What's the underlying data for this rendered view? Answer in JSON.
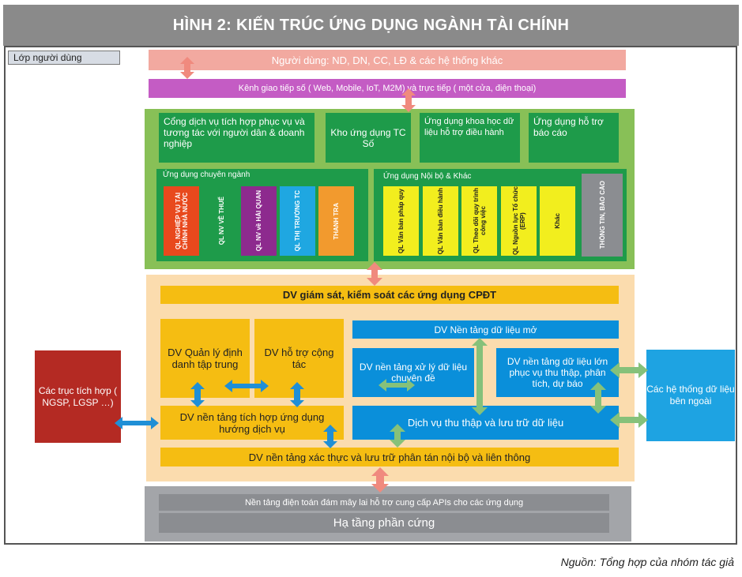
{
  "title": "HÌNH 2: KIẾN TRÚC ỨNG DỤNG NGÀNH TÀI CHÍNH",
  "layer_label": "Lớp người dùng",
  "users": "Người dùng: ND, DN, CC, LĐ & các hệ thống khác",
  "channels": "Kênh giao tiếp số ( Web, Mobile, IoT, M2M) và trực tiếp ( một cửa, điện thoại)",
  "apps": {
    "portal": "Cổng dịch vụ tích hợp phục vụ và tương tác với người dân & doanh nghiệp",
    "store": "Kho ứng dụng TC Số",
    "science": "Ứng dụng khoa học dữ liệu hỗ trợ điều hành",
    "report": "Ứng dụng hỗ trợ báo cáo",
    "specialized_label": "Ứng dụng chuyên ngành",
    "specialized": [
      {
        "label": "QL NGHIỆP VỤ TÀI CHÍNH NHÀ NƯỚC",
        "color": "#e8491d"
      },
      {
        "label": "QL NV VỀ THUẾ",
        "color": "#1e9b4a"
      },
      {
        "label": "QL NV về HẢI QUAN",
        "color": "#8d2a8e"
      },
      {
        "label": "QL THỊ TRƯỜNG TC",
        "color": "#1fa7e1"
      },
      {
        "label": "THANH TRA",
        "color": "#f29a2e"
      }
    ],
    "internal_label": "Ứng dụng Nội bộ & Khác",
    "internal": [
      "QL Văn bản pháp quy",
      "QL Văn bản điều hành",
      "QL Theo dõi quy trình công việc",
      "QL Nguồn lực Tổ chức (ERP)",
      "Khác"
    ],
    "report_info": "THÔNG TIN, BÁO CÁO"
  },
  "services": {
    "monitor": "DV giám sát, kiểm soát các ứng dụng CPĐT",
    "identity": "DV Quản lý định danh tập trung",
    "collab": "DV hỗ trợ cộng tác",
    "open_data": "DV Nền tảng dữ liệu mở",
    "processing": "DV nền tảng xử lý dữ liệu chuyên đề",
    "bigdata": "DV nền tảng dữ liệu lớn phục vụ thu thập, phân tích, dự báo",
    "integration": "DV nền tảng tích hợp ứng dụng hướng dịch vụ",
    "collection": "Dịch vụ thu thập và lưu trữ dữ liệu",
    "auth": "DV nền tảng xác thực và lưu trữ phân tán nội bộ và liên thông"
  },
  "integration_axes": "Các trục tích hợp ( NGSP, LGSP …)",
  "external_data": "Các hệ thống dữ liệu bên ngoài",
  "infrastructure": {
    "cloud": "Nền tảng điện toán đám mây lai hỗ trợ cung cấp APIs cho các ứng dụng",
    "hardware": "Hạ tầng phần cứng"
  },
  "source": "Nguồn: Tổng hợp của nhóm tác giả"
}
